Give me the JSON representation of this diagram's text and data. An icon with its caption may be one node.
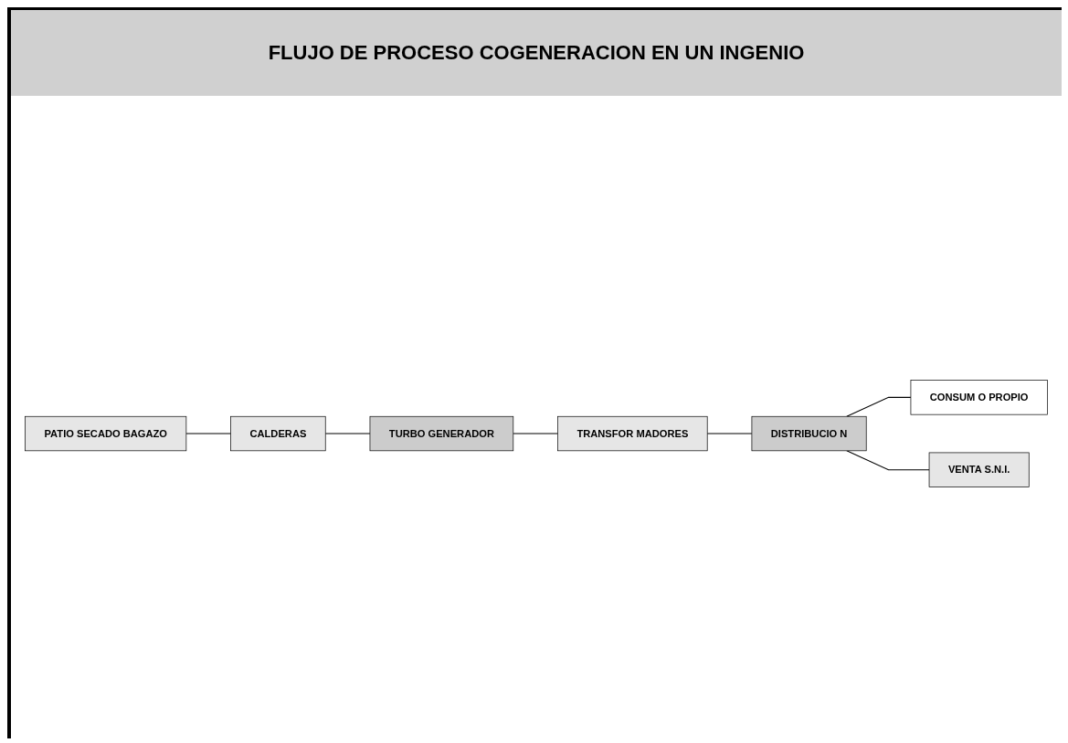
{
  "diagram": {
    "title": "FLUJO DE PROCESO COGENERACION EN UN INGENIO",
    "nodes": [
      {
        "text": [
          "PATIO SECADO BAGAZO"
        ]
      },
      {
        "text": [
          "CALDERAS"
        ]
      },
      {
        "text": [
          "TURBO GENERADOR"
        ]
      },
      {
        "text": [
          "TRANSFOR MADORES"
        ]
      },
      {
        "text": [
          "DISTRIBUCIO N"
        ]
      },
      {
        "text": [
          "CONSUM O PROPIO"
        ]
      },
      {
        "text": [
          "VENTA S.N.I."
        ]
      }
    ],
    "edges": [
      {
        "from": 0,
        "to": 1,
        "arrow": "none"
      },
      {
        "from": 1,
        "to": 2,
        "arrow": "none"
      },
      {
        "from": 2,
        "to": 3,
        "arrow": "none"
      },
      {
        "from": 3,
        "to": 4,
        "arrow": "none"
      },
      {
        "from": 4,
        "to": 5,
        "arrow": "none"
      },
      {
        "from": 4,
        "to": 6,
        "arrow": "none"
      }
    ]
  }
}
